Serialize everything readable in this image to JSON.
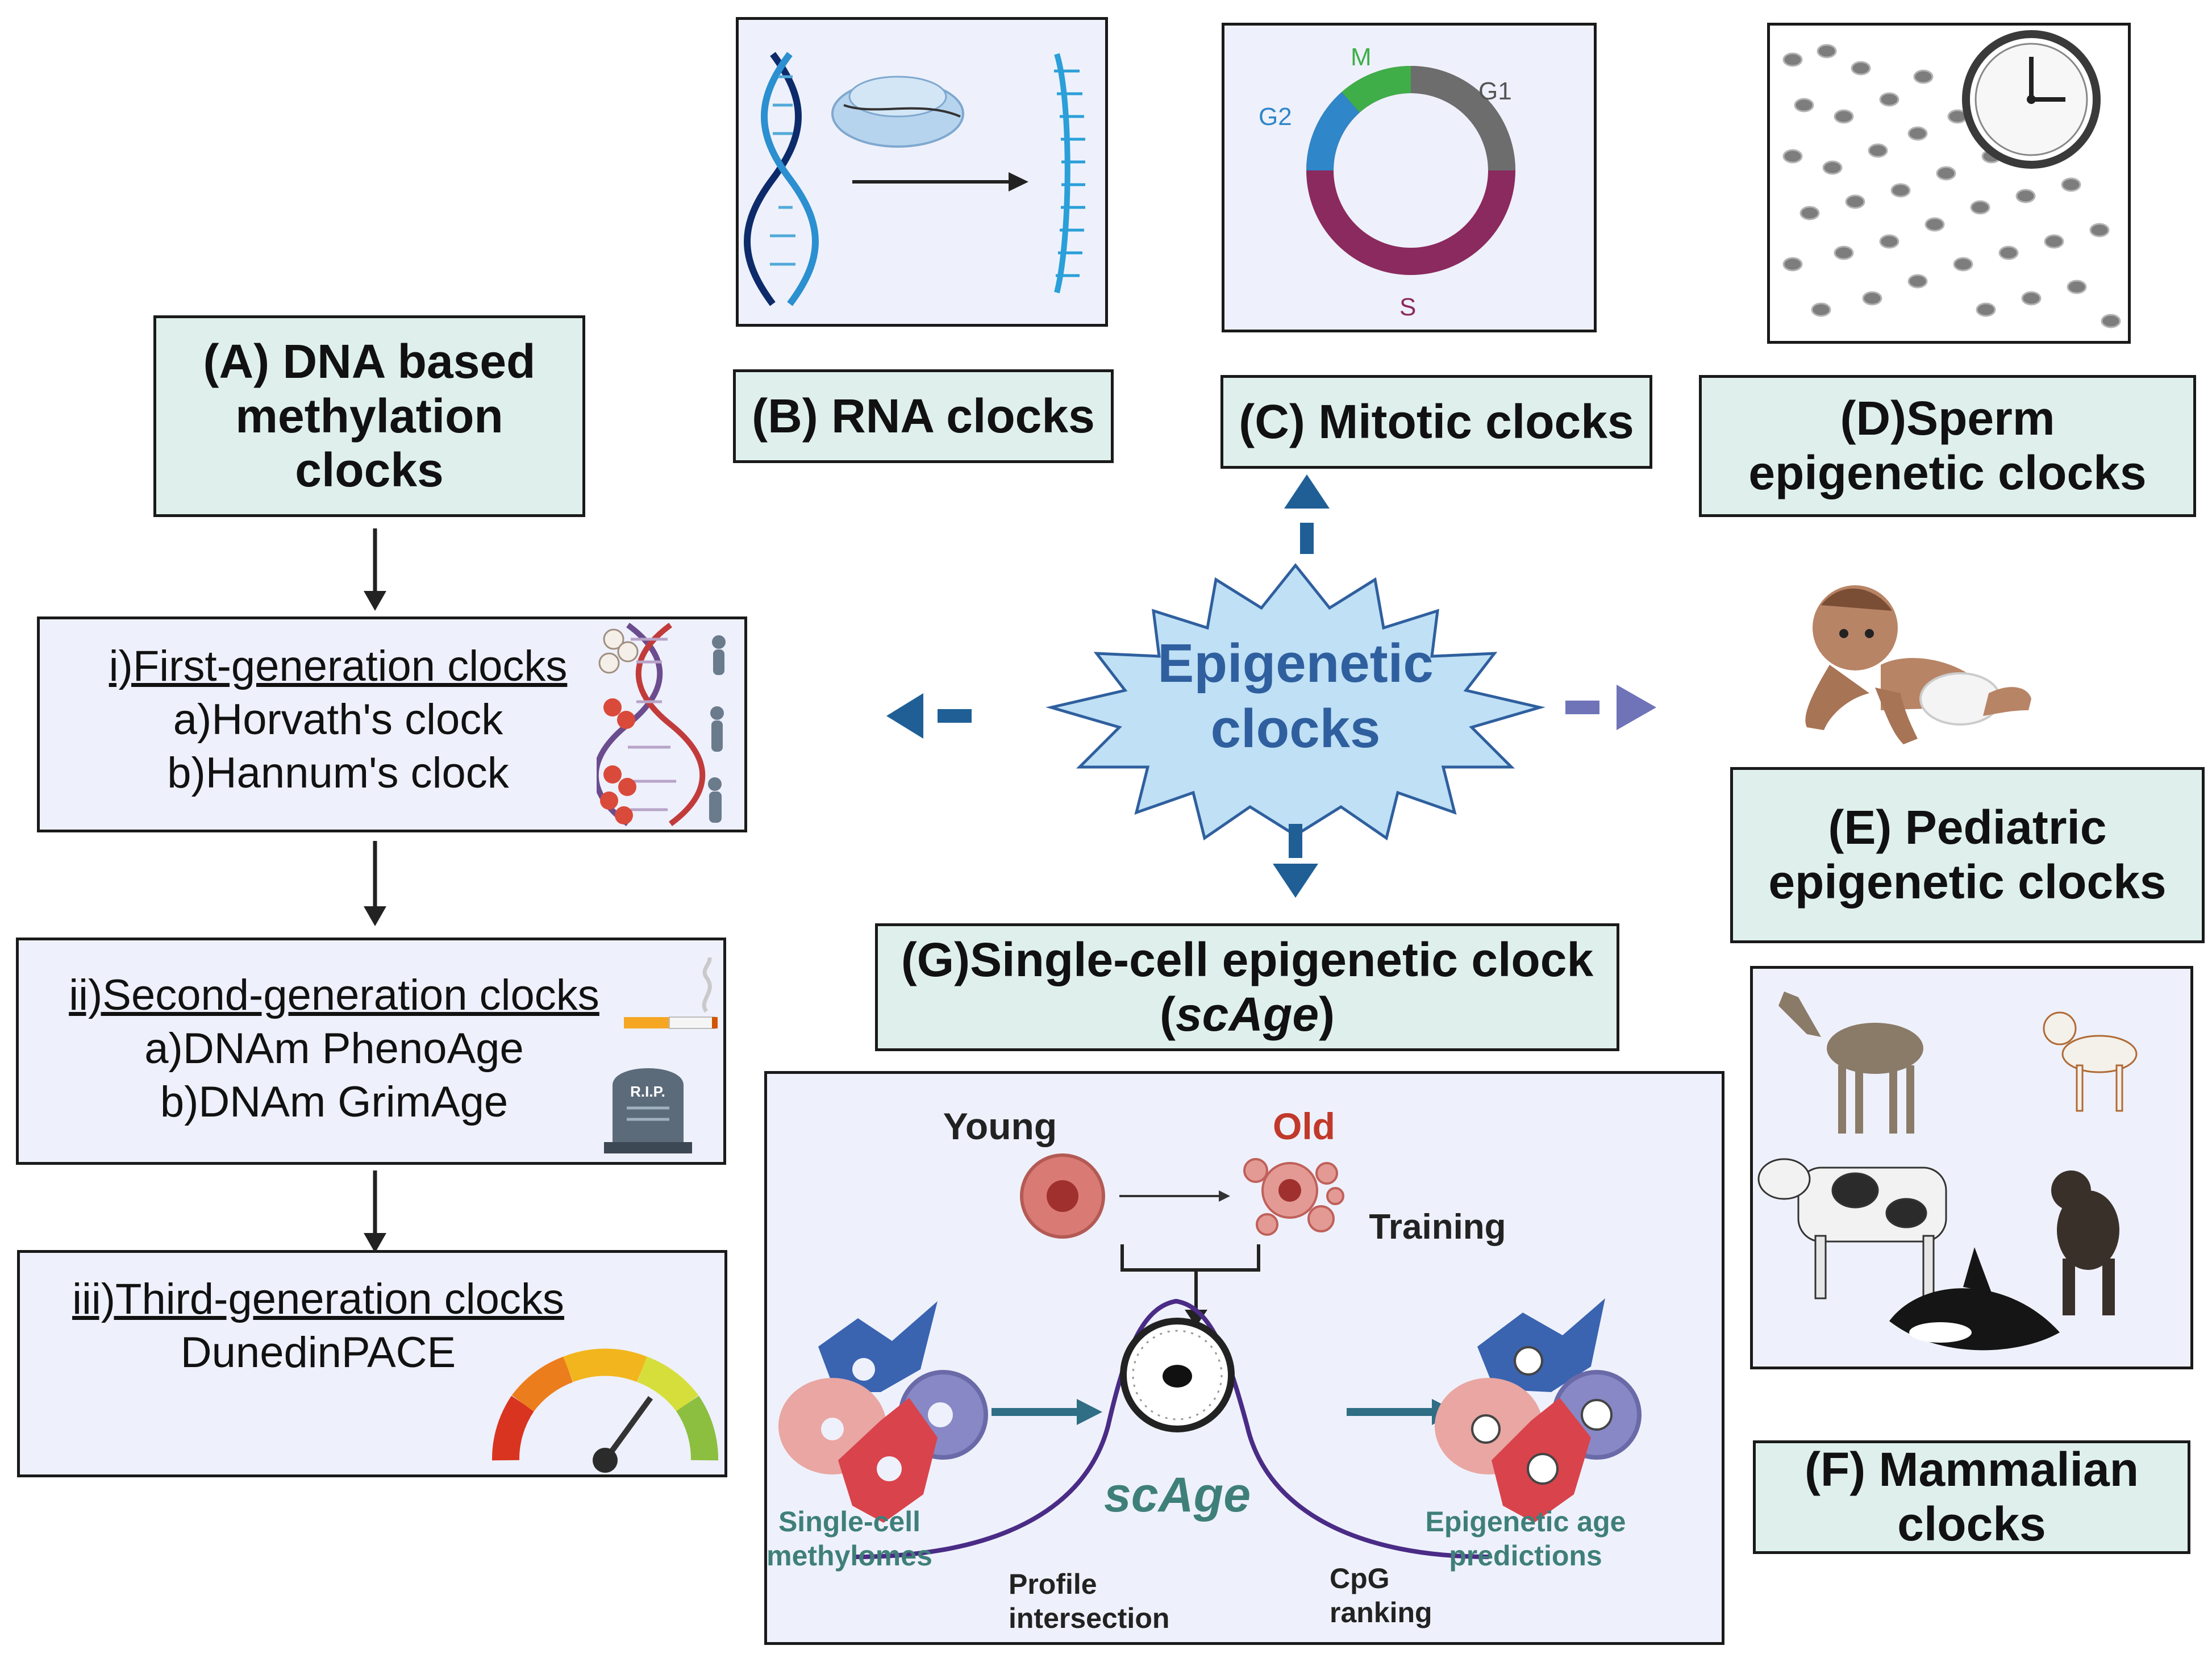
{
  "boxA": {
    "lines": [
      "(A) DNA based",
      "methylation",
      "clocks"
    ]
  },
  "boxB": {
    "label": "(B) RNA clocks"
  },
  "boxC": {
    "label": "(C) Mitotic clocks"
  },
  "boxD": {
    "lines": [
      "(D)Sperm",
      "epigenetic clocks"
    ]
  },
  "boxE": {
    "lines": [
      "(E) Pediatric",
      "epigenetic clocks"
    ]
  },
  "boxF": {
    "lines": [
      "(F) Mammalian",
      "clocks"
    ]
  },
  "boxG": {
    "line1": "(G)Single-cell epigenetic clock",
    "line2": "scAge"
  },
  "center": {
    "lines": [
      "Epigenetic",
      "clocks"
    ]
  },
  "cell_cycle": {
    "M": "M",
    "G1": "G1",
    "G2": "G2",
    "S": "S"
  },
  "generations": {
    "first": {
      "heading": "i)First-generation clocks",
      "items": [
        "a)Horvath's clock",
        "b)Hannum's clock"
      ]
    },
    "second": {
      "heading": "ii)Second-generation clocks",
      "items": [
        "a)DNAm PhenoAge",
        "b)DNAm GrimAge"
      ],
      "tombstone": "R.I.P."
    },
    "third": {
      "heading": "iii)Third-generation clocks",
      "items": [
        "DunedinPACE"
      ]
    }
  },
  "scage_panel": {
    "young": "Young",
    "old": "Old",
    "training": "Training",
    "scage": "scAge",
    "single_cell": [
      "Single-cell",
      "methylomes"
    ],
    "predictions": [
      "Epigenetic age",
      "predictions"
    ],
    "profile": [
      "Profile",
      "intersection"
    ],
    "cpg": [
      "CpG",
      "ranking"
    ]
  },
  "colors": {
    "teal_box": "#dff0ec",
    "lavender_box": "#eef0fb",
    "arrow_blue": "#1f5f96",
    "starburst_fill": "#bfe0f5",
    "center_text": "#2f5f9e",
    "old_red": "#c0392b",
    "teal_text": "#3f7f7a",
    "mitotic_M": "#3fae49",
    "mitotic_G1": "#6d6d6d",
    "mitotic_S": "#8b2a5e",
    "mitotic_G2": "#2f86c8"
  }
}
